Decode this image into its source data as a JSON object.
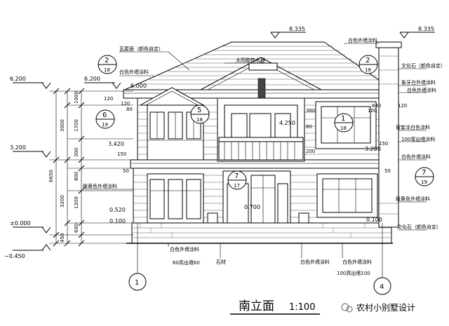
{
  "title": {
    "main": "南立面",
    "scale": "1:100"
  },
  "watermark": "农村小别墅设计",
  "elevations": {
    "ridge_left": "8.335",
    "ridge_right": "8.335",
    "eave_left": "6.200",
    "eave_right": "6.200",
    "parapet": "6.000",
    "floor2": "3.200",
    "sill_mid": "3.420",
    "floor2_right": "3.200",
    "window_top": "4.250",
    "ground": "±0.000",
    "natural_ground": "−0.450",
    "step1": "0.520",
    "step2": "0.100",
    "door": "0.700",
    "right_step": "0.100"
  },
  "dims_left": [
    "3000",
    "1000",
    "1700",
    "300",
    "800",
    "1200",
    "3200",
    "600",
    "6650",
    "450",
    "120"
  ],
  "dims_mid": {
    "d150": "150",
    "d50": "50",
    "d360": "360",
    "d80": "80",
    "d200": "200",
    "d120": "120",
    "d840": "840",
    "d100": "100",
    "d150b": "150",
    "d50b": "50",
    "d120b": "120",
    "d80b": "80"
  },
  "callouts": [
    {
      "num": "2",
      "ref": "18"
    },
    {
      "num": "6",
      "ref": "19"
    },
    {
      "num": "5",
      "ref": "18"
    },
    {
      "num": "7",
      "ref": "17"
    },
    {
      "num": "1",
      "ref": "18"
    },
    {
      "num": "2",
      "ref": "18"
    },
    {
      "num": "7",
      "ref": "19"
    }
  ],
  "axes": [
    "1",
    "4"
  ],
  "notes": {
    "roof_tile": "瓦屋面（颜色自定）",
    "solar": "太阳能热水器",
    "white_paint_l": "白色外墙涂料",
    "light_yellow_l": "暖黄色外墙涂料",
    "white_paint_r_top": "白色外墙涂料",
    "culture_stone_top": "文化石（颜色自定）",
    "ivory_paint": "象牙白外墙涂料",
    "white_paint_r2": "白色外墙涂料",
    "window_sill": "窗套涂白色涂料",
    "band100": "100宽出墙涂料",
    "white_paint_r3": "白色外墙涂料",
    "light_yellow_r": "暖黄色外墙涂料",
    "culture_stone_bot": "文化石（颜色自定）",
    "bot_white1": "白色外墙涂料",
    "bot_band60": "60高出墙60",
    "bot_stone": "石材",
    "bot_white2": "白色外墙涂料",
    "bot_white3": "白色外墙涂料",
    "bot_band100": "100高出墙100"
  }
}
